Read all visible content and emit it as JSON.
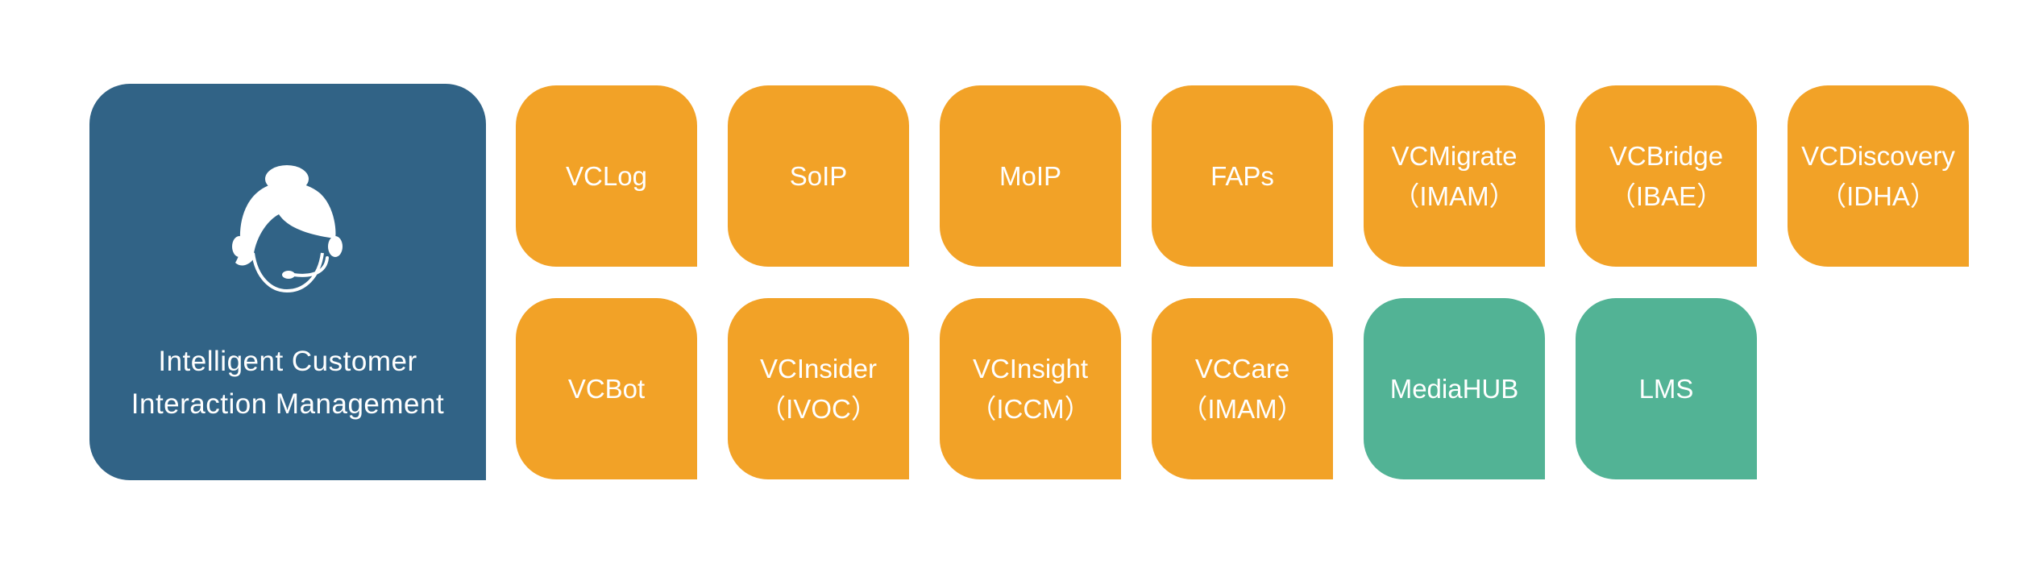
{
  "hero": {
    "title_line1": "Intelligent Customer",
    "title_line2": "Interaction Management",
    "icon": "customer-service-agent-headset-icon",
    "color": "#316386"
  },
  "colors": {
    "orange": "#f2a227",
    "green": "#52b395"
  },
  "tiles_row1": [
    {
      "name": "VCLog",
      "sub": ""
    },
    {
      "name": "SoIP",
      "sub": ""
    },
    {
      "name": "MoIP",
      "sub": ""
    },
    {
      "name": "FAPs",
      "sub": ""
    },
    {
      "name": "VCMigrate",
      "sub": "（IMAM）"
    },
    {
      "name": "VCBridge",
      "sub": "（IBAE）"
    },
    {
      "name": "VCDiscovery",
      "sub": "（IDHA）"
    }
  ],
  "tiles_row2": [
    {
      "name": "VCBot",
      "sub": ""
    },
    {
      "name": "VCInsider",
      "sub": "（IVOC）"
    },
    {
      "name": "VCInsight",
      "sub": "（ICCM）"
    },
    {
      "name": "VCCare",
      "sub": "（IMAM）"
    },
    {
      "name": "MediaHUB",
      "sub": ""
    },
    {
      "name": "LMS",
      "sub": ""
    }
  ]
}
